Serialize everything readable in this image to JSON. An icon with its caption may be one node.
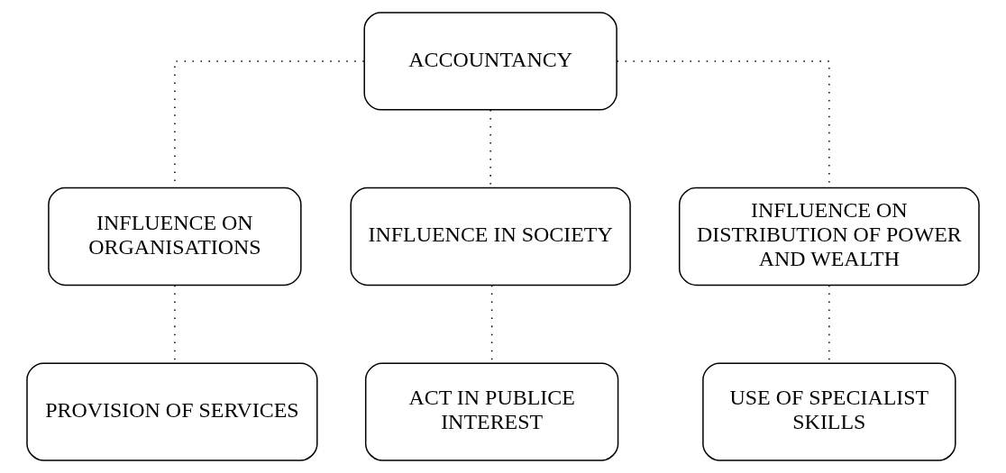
{
  "diagram": {
    "nodes": [
      {
        "text": [
          "ACCOUNTANCY"
        ]
      },
      {
        "text": [
          "INFLUENCE ON ORGANISATIONS"
        ]
      },
      {
        "text": [
          "INFLUENCE IN SOCIETY"
        ]
      },
      {
        "text": [
          "INFLUENCE ON DISTRIBUTION OF POWER AND WEALTH"
        ]
      },
      {
        "text": [
          "PROVISION OF SERVICES"
        ]
      },
      {
        "text": [
          "ACT IN PUBLICE INTEREST"
        ]
      },
      {
        "text": [
          "USE OF SPECIALIST SKILLS"
        ]
      }
    ],
    "edges": [
      {
        "from": 0,
        "to": 1,
        "arrow": "none",
        "style": "dashed"
      },
      {
        "from": 0,
        "to": 2,
        "arrow": "none",
        "style": "dashed"
      },
      {
        "from": 0,
        "to": 3,
        "arrow": "none",
        "style": "dashed"
      },
      {
        "from": 1,
        "to": 4,
        "arrow": "none",
        "style": "dashed"
      },
      {
        "from": 2,
        "to": 5,
        "arrow": "none",
        "style": "dashed"
      },
      {
        "from": 3,
        "to": 6,
        "arrow": "none",
        "style": "dashed"
      }
    ]
  }
}
